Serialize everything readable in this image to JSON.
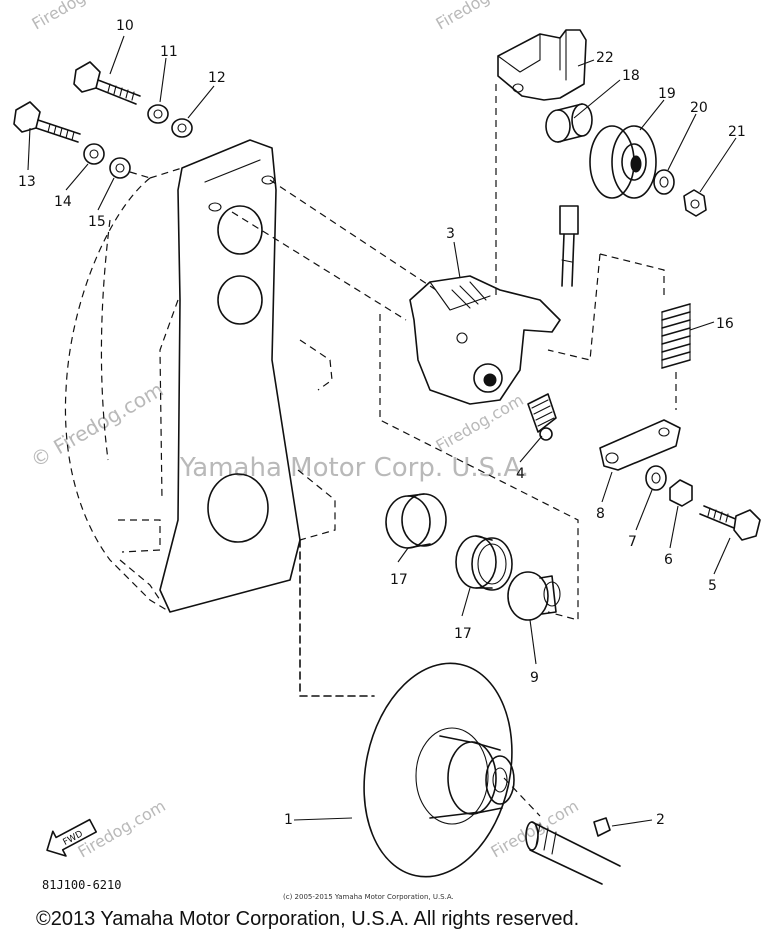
{
  "watermarks": {
    "firedog": "Firedog.com",
    "firedog_copy": "© Firedog.com",
    "yamaha": "Yamaha Motor Corp. U.S.A."
  },
  "labels": {
    "p1": "1",
    "p2": "2",
    "p3": "3",
    "p4": "4",
    "p5": "5",
    "p6": "6",
    "p7": "7",
    "p8": "8",
    "p9": "9",
    "p10": "10",
    "p11": "11",
    "p12": "12",
    "p13": "13",
    "p14": "14",
    "p15": "15",
    "p16": "16",
    "p17a": "17",
    "p17b": "17",
    "p18": "18",
    "p19": "19",
    "p20": "20",
    "p21": "21",
    "p22": "22"
  },
  "fwd_label": "FWD",
  "diagram_code": "81J100-6210",
  "small_copyright": "(c) 2005-2015 Yamaha Motor Corporation, U.S.A.",
  "copyright": "©2013 Yamaha Motor Corporation, U.S.A. All rights reserved."
}
